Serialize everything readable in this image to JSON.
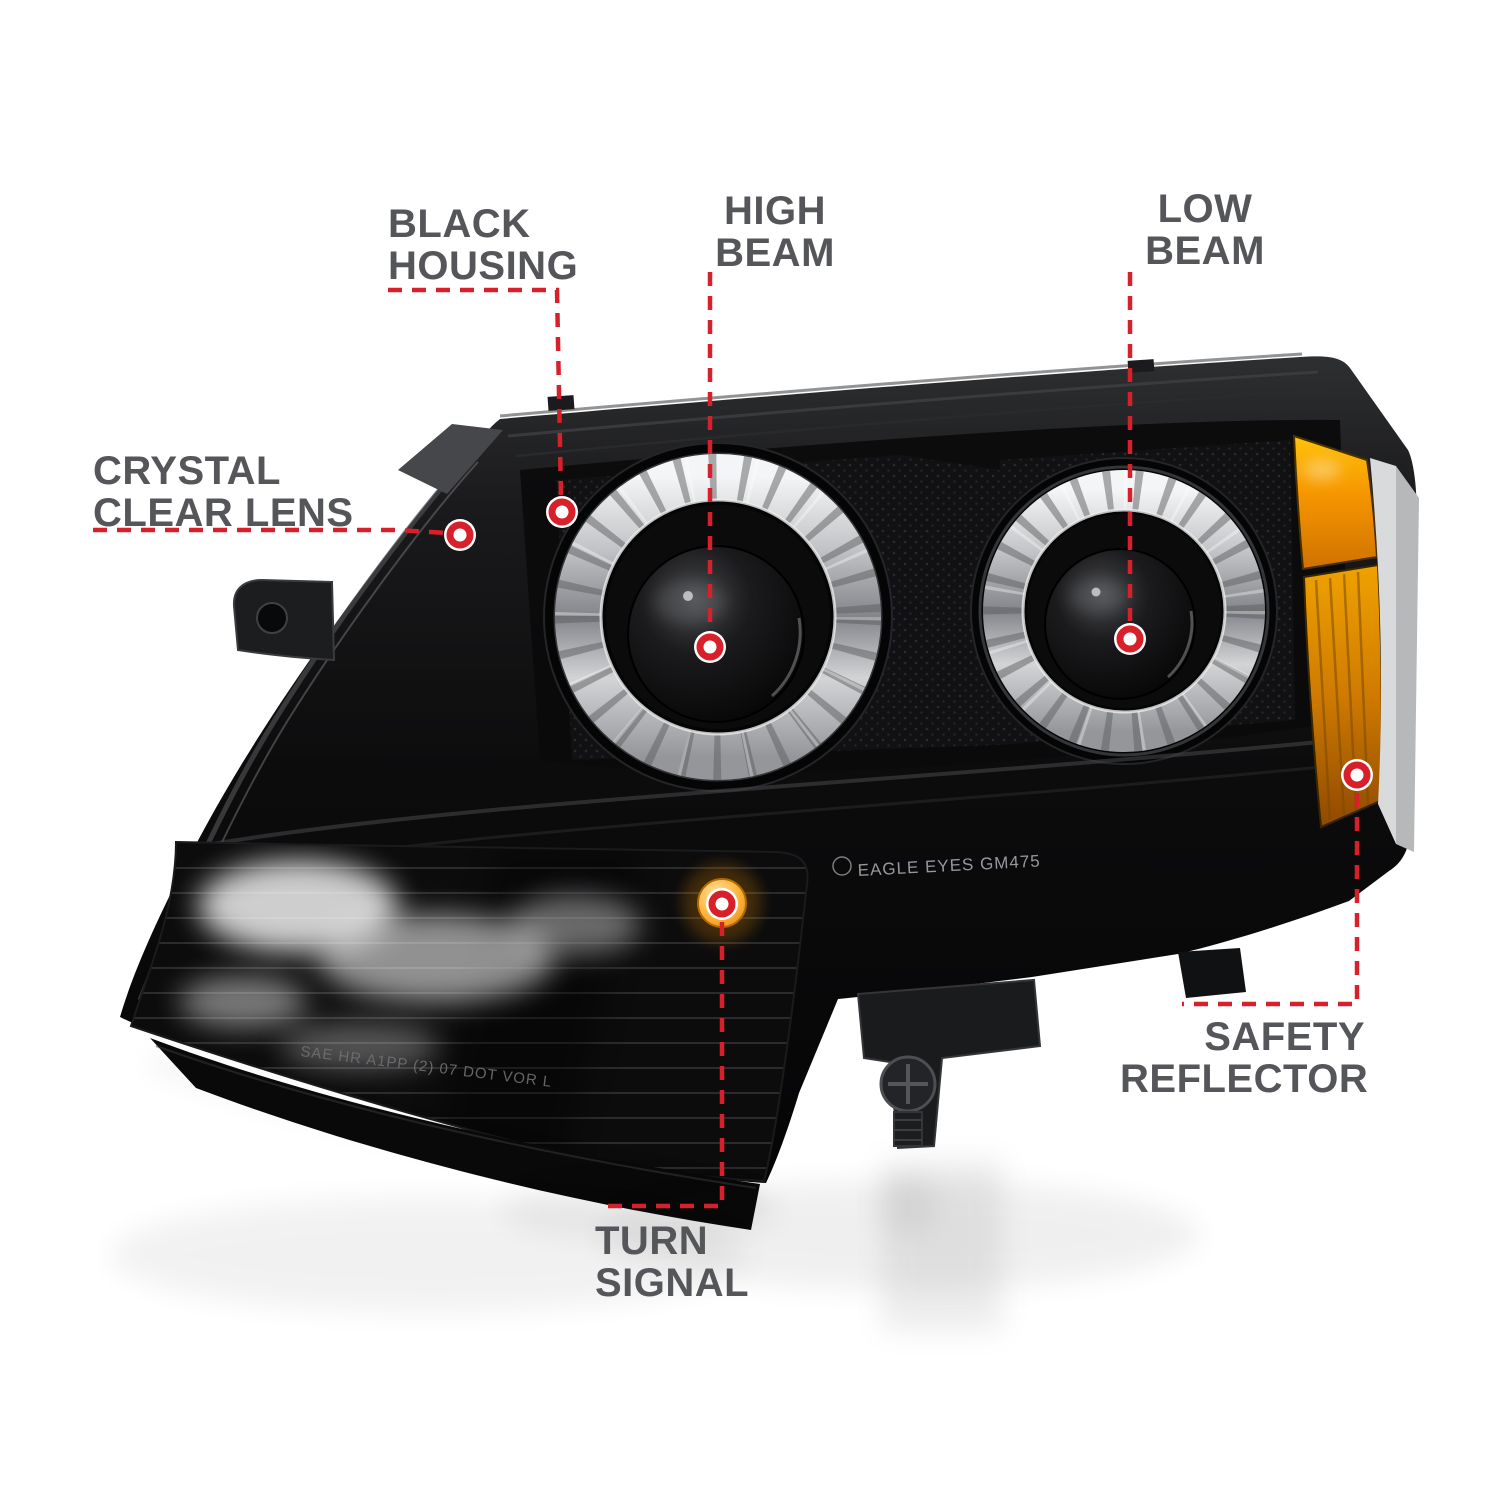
{
  "page": {
    "background_color": "#ffffff"
  },
  "theme": {
    "label_text_color": "#55565a",
    "callout_line_color": "#d7202a",
    "marker_fill_color": "#ffffff",
    "housing_color": "#0a0a0b",
    "amber_reflector_color": "#f59b00",
    "chrome_ring_color": "#c3c5c8"
  },
  "callouts": {
    "black_housing": {
      "line1": "BLACK",
      "line2": "HOUSING"
    },
    "high_beam": {
      "line1": "HIGH",
      "line2": "BEAM"
    },
    "low_beam": {
      "line1": "LOW",
      "line2": "BEAM"
    },
    "crystal_clear_lens": {
      "line1": "CRYSTAL",
      "line2": "CLEAR LENS"
    },
    "safety_reflector": {
      "line1": "SAFETY",
      "line2": "REFLECTOR"
    },
    "turn_signal": {
      "line1": "TURN",
      "line2": "SIGNAL"
    }
  },
  "markings": {
    "lens_brand": "EAGLE EYES GM475",
    "lens_certification": "SAE HR A1PP (2) 07 DOT VOR L"
  }
}
